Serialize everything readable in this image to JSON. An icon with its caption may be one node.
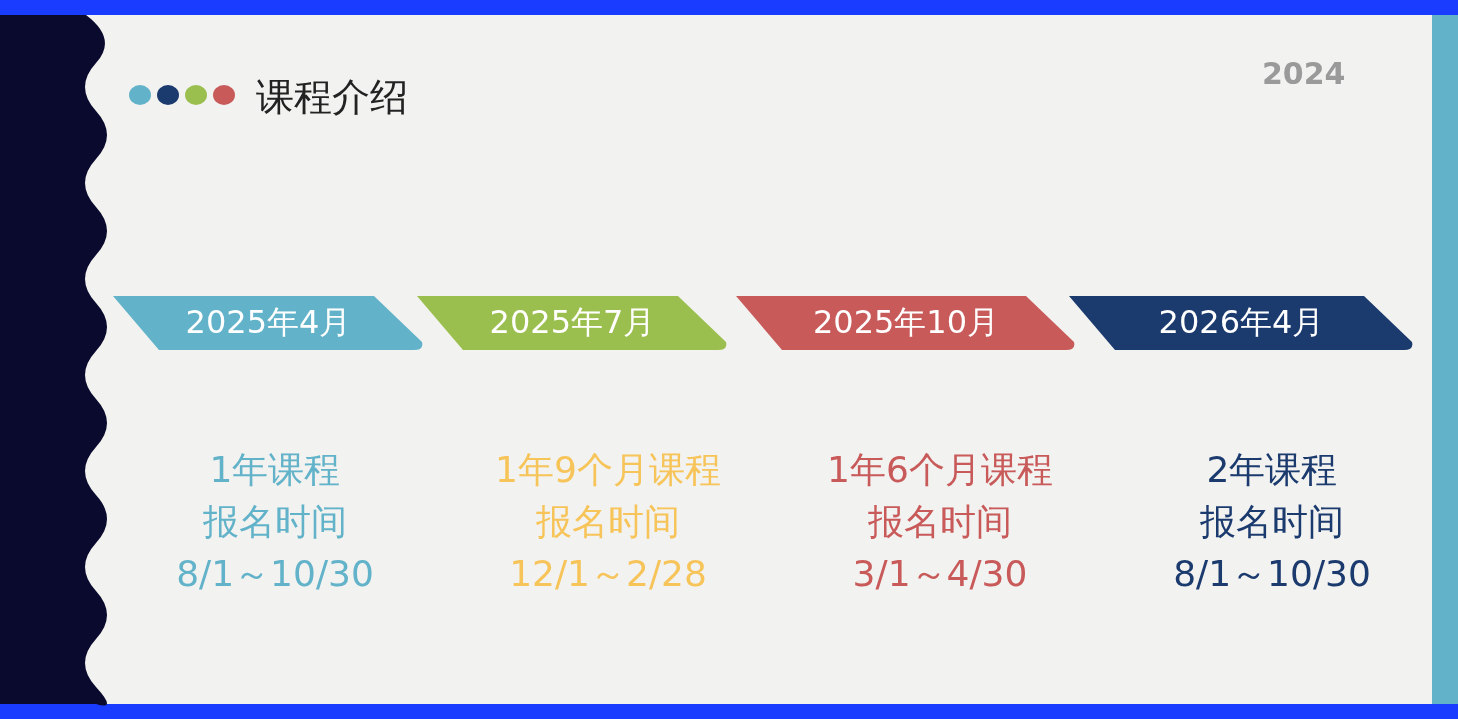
{
  "diagram": {
    "title": "课程介绍",
    "nodes": [
      {
        "text": [
          "2025年4月"
        ],
        "beside": [
          "1年课程",
          "报名时间",
          "8/1～10/30"
        ]
      },
      {
        "text": [
          "2025年7月"
        ],
        "beside": [
          "1年9个月课程",
          "报名时间",
          "12/1～2/28"
        ]
      },
      {
        "text": [
          "2025年10月"
        ],
        "beside": [
          "1年6个月课程",
          "报名时间",
          "3/1～4/30"
        ]
      },
      {
        "text": [
          "2026年4月"
        ],
        "beside": [
          "2年课程",
          "报名时间",
          "8/1～10/30"
        ]
      }
    ],
    "labels": [
      "2024"
    ]
  }
}
